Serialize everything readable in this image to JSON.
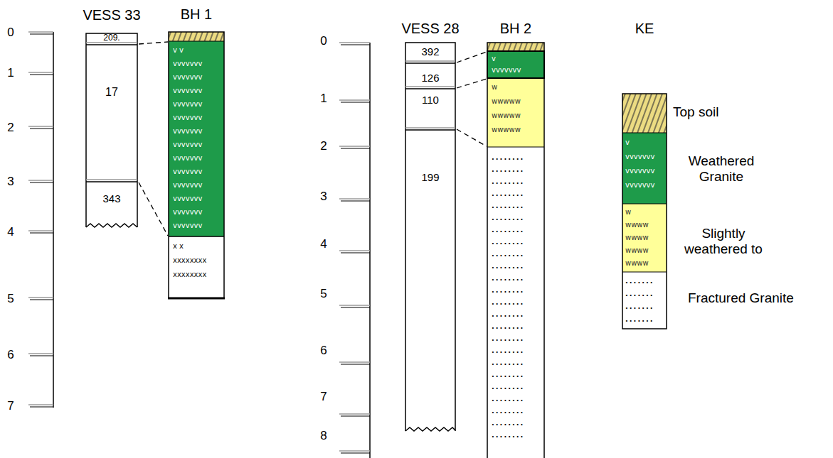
{
  "diagram": {
    "nodes": [
      {
        "text": [
          "VESS 33"
        ]
      },
      {
        "text": [
          "209."
        ],
        "in": 0
      },
      {
        "text": [
          "17"
        ],
        "in": 0
      },
      {
        "text": [
          "343"
        ],
        "in": 0
      },
      {
        "text": [
          "BH 1"
        ]
      },
      {
        "text": [
          "v v vvvvvvv vvvvvvv vvvvvvv vvvvvvv vvvvvvv vvvvvvv vvvvvvv vvvvvvv vvvvvvv vvvvvvv vvvvvvv vvvvvvv vvvvvvv"
        ],
        "in": 4
      },
      {
        "text": [
          "x x xxxxxxxx xxxxxxxx"
        ],
        "in": 4
      },
      {
        "text": [
          "VESS 28"
        ]
      },
      {
        "text": [
          "392"
        ],
        "in": 7
      },
      {
        "text": [
          "126"
        ],
        "in": 7
      },
      {
        "text": [
          "110"
        ],
        "in": 7
      },
      {
        "text": [
          "199"
        ],
        "in": 7
      },
      {
        "text": [
          "BH 2"
        ]
      },
      {
        "text": [
          "v vvvvvvv"
        ],
        "in": 12
      },
      {
        "text": [
          "w wwwww wwwww wwwww"
        ],
        "in": 12
      },
      {
        "text": [
          "........ ........ ........ ........ ........ ........ ........ ........ ........ ........ ........ ........ ........ ........ ........ ........ ........ ........ ........ ........ ........ ........ ........ ........"
        ],
        "in": 12
      },
      {
        "text": [
          "KE"
        ]
      },
      {
        "text": [
          "Top soil"
        ],
        "in": 16
      },
      {
        "text": [
          "v vvvvvvv vvvvvvv vvvvvvv",
          "Weathered Granite"
        ],
        "in": 16
      },
      {
        "text": [
          "w wwww wwww wwww wwww",
          "Slightly weathered to"
        ],
        "in": 16
      },
      {
        "text": [
          "....... ....... ....... .......",
          "Fractured Granite"
        ],
        "in": 16
      }
    ],
    "labels": [
      "0",
      "1",
      "2",
      "3",
      "4",
      "5",
      "6",
      "7",
      "0",
      "1",
      "2",
      "3",
      "4",
      "5",
      "6",
      "7",
      "8"
    ]
  }
}
